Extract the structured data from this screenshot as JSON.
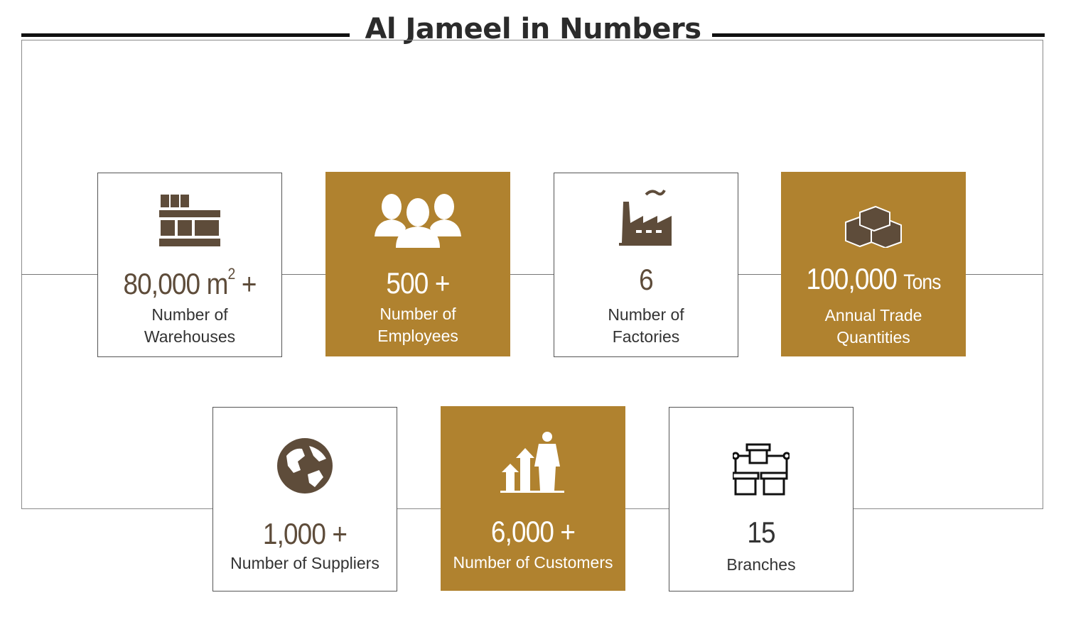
{
  "title": "Al Jameel in Numbers",
  "colors": {
    "gold": "#b0822f",
    "brown": "#5e4c3a",
    "text": "#333333"
  },
  "cards": [
    {
      "icon": "warehouse-shelves-icon",
      "value": "80,000",
      "unit": "m",
      "sup": "2",
      "suffix": "+",
      "label_1": "Number of",
      "label_2": "Warehouses"
    },
    {
      "icon": "employees-group-icon",
      "value": "500 +",
      "label_1": "Number of",
      "label_2": "Employees"
    },
    {
      "icon": "factory-icon",
      "value": "6",
      "label_1": "Number of",
      "label_2": "Factories"
    },
    {
      "icon": "boxes-stack-icon",
      "value": "100,000",
      "unit": "Tons",
      "label_1": "Annual Trade",
      "label_2": "Quantities"
    },
    {
      "icon": "globe-icon",
      "value": "1,000 +",
      "label_1": "Number of Suppliers"
    },
    {
      "icon": "growth-chart-businessman-icon",
      "value": "6,000 +",
      "label_1": "Number of Customers"
    },
    {
      "icon": "branches-network-icon",
      "value": "15",
      "label_1": "Branches"
    }
  ]
}
